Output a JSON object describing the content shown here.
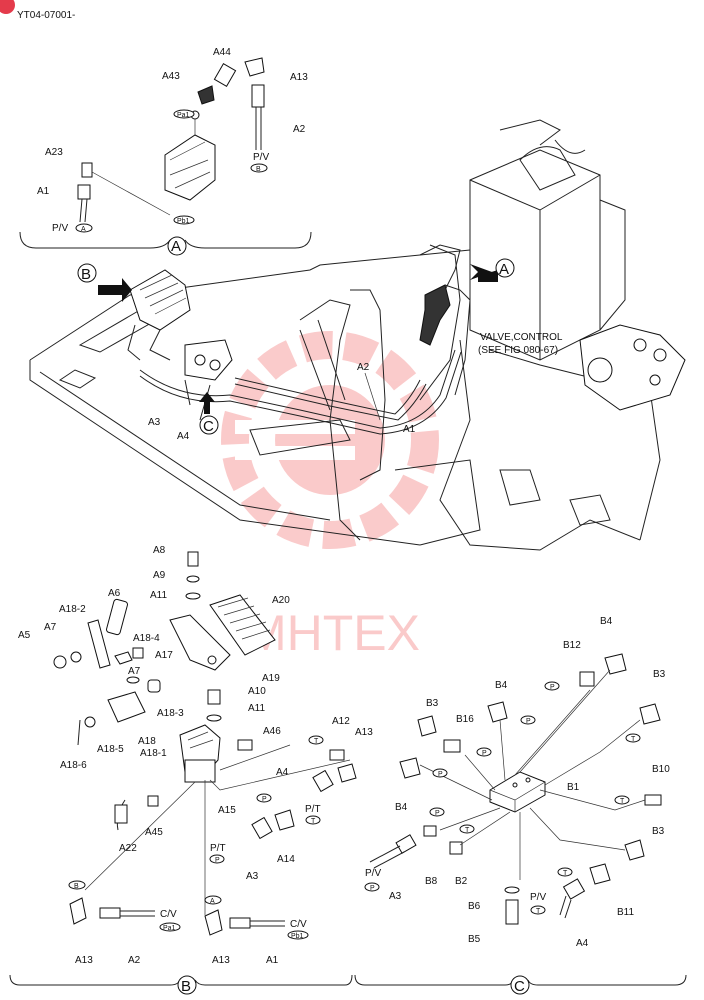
{
  "header": {
    "code": "YT04-07001-"
  },
  "watermark": {
    "text": "MHTEX",
    "color": "#f26b6b"
  },
  "valve_note": {
    "line1": "VALVE,CONTROL",
    "line2": "(SEE FIG 080-67)"
  },
  "views": {
    "a": "A",
    "b": "B",
    "c": "C"
  },
  "labels": {
    "a44": "A44",
    "a43": "A43",
    "a13": "A13",
    "a2": "A2",
    "a23": "A23",
    "a1": "A1",
    "pv": "P/V",
    "pt": "P/T",
    "cv": "C/V",
    "pa1": "Pa1",
    "pb1": "Pb1",
    "b": "B",
    "a": "A",
    "p": "P",
    "t": "T",
    "a3": "A3",
    "a4": "A4",
    "a8": "A8",
    "a9": "A9",
    "a11": "A11",
    "a6": "A6",
    "a20": "A20",
    "a18_2": "A18-2",
    "a5": "A5",
    "a7": "A7",
    "a18_4": "A18-4",
    "a17": "A17",
    "a19": "A19",
    "a10": "A10",
    "a18_3": "A18-3",
    "a18": "A18",
    "a18_1": "A18-1",
    "a18_5": "A18-5",
    "a18_6": "A18-6",
    "a46": "A46",
    "a12": "A12",
    "a15": "A15",
    "a45": "A45",
    "a22": "A22",
    "a14": "A14",
    "b12": "B12",
    "b4": "B4",
    "b3": "B3",
    "b16": "B16",
    "b1": "B1",
    "b10": "B10",
    "b8": "B8",
    "b2": "B2",
    "b6": "B6",
    "b5": "B5",
    "b11": "B11"
  }
}
